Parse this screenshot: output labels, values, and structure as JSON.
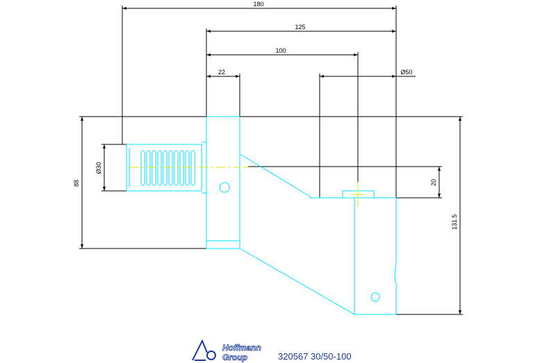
{
  "drawing": {
    "dimensions": {
      "d180": "180",
      "d125": "125",
      "d100": "100",
      "d22": "22",
      "d50": "Ø50",
      "d30": "Ø30",
      "d88": "88",
      "d20": "20",
      "d131": "131.5"
    },
    "colors": {
      "dimension": "#000000",
      "outline": "#00ffff",
      "centerline": "#ffff00",
      "brand": "#1a3a9a"
    }
  },
  "footer": {
    "brand_line1": "Hoffmann",
    "brand_line2": "Group",
    "part_number": "320567 30/50-100"
  }
}
